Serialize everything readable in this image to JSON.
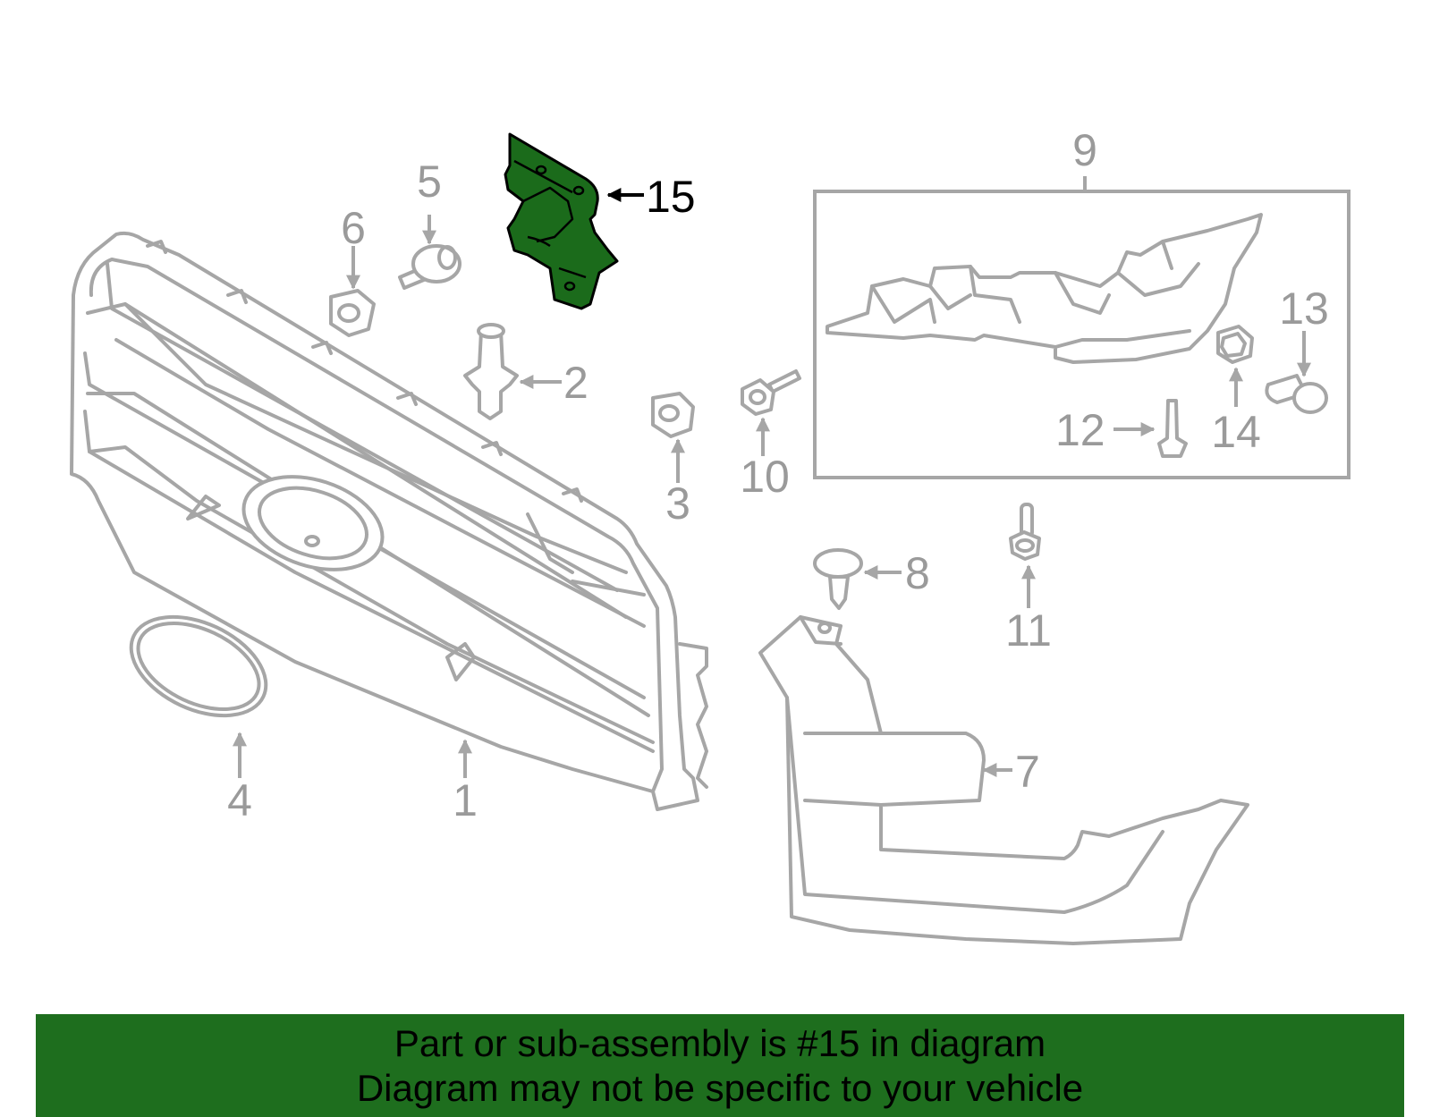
{
  "callouts": {
    "c1": "1",
    "c2": "2",
    "c3": "3",
    "c4": "4",
    "c5": "5",
    "c6": "6",
    "c7": "7",
    "c8": "8",
    "c9": "9",
    "c10": "10",
    "c11": "11",
    "c12": "12",
    "c13": "13",
    "c14": "14",
    "c15": "15"
  },
  "highlighted_part": "15",
  "colors": {
    "highlight": "#1b6b1b",
    "outline": "#a6a6a6",
    "banner": "#1e6e1e"
  },
  "footer": {
    "line1": "Part or sub-assembly is #15 in diagram",
    "line2": "Diagram may not be specific to your vehicle"
  }
}
